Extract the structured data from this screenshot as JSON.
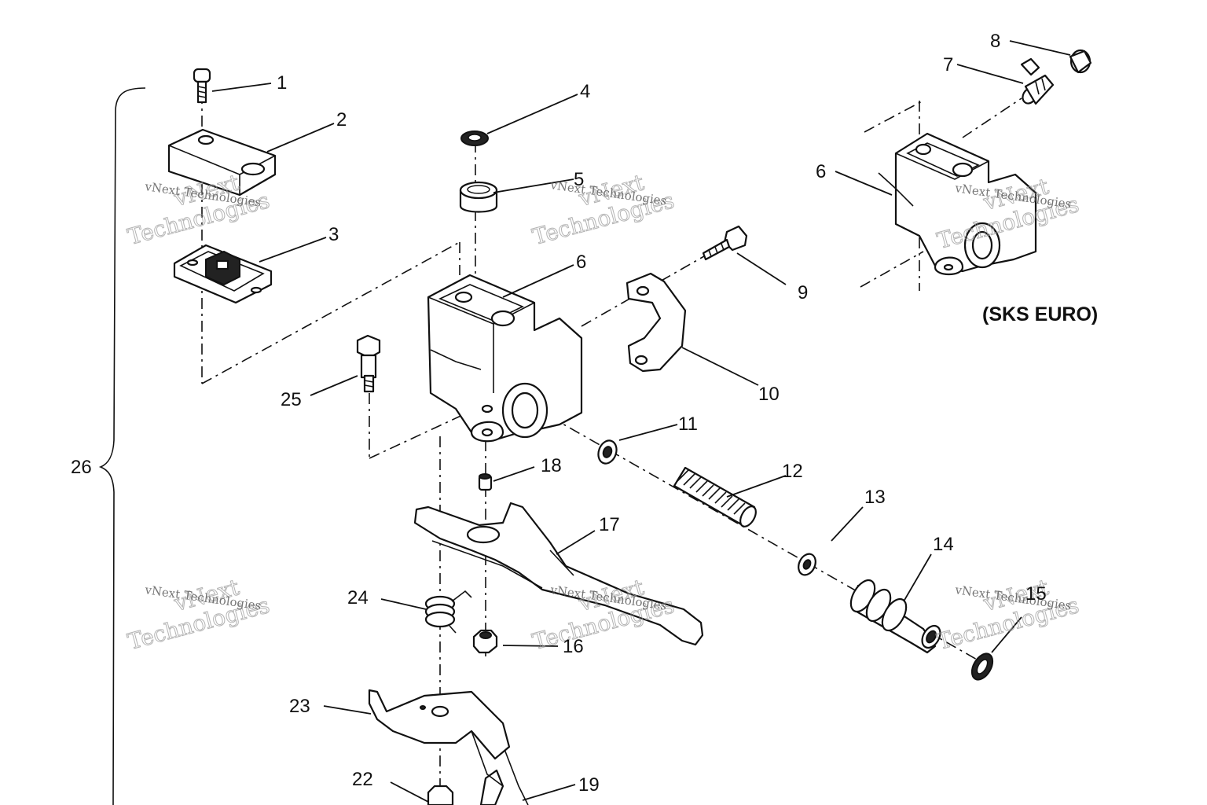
{
  "diagram": {
    "variant_label": "(SKS EURO)",
    "watermark": {
      "line1": "vNext",
      "line2": "Technologies"
    },
    "callouts": [
      {
        "id": "1",
        "label": "1"
      },
      {
        "id": "2",
        "label": "2"
      },
      {
        "id": "3",
        "label": "3"
      },
      {
        "id": "4",
        "label": "4"
      },
      {
        "id": "5",
        "label": "5"
      },
      {
        "id": "6",
        "label": "6"
      },
      {
        "id": "6b",
        "label": "6"
      },
      {
        "id": "7",
        "label": "7"
      },
      {
        "id": "8",
        "label": "8"
      },
      {
        "id": "9",
        "label": "9"
      },
      {
        "id": "10",
        "label": "10"
      },
      {
        "id": "11",
        "label": "11"
      },
      {
        "id": "12",
        "label": "12"
      },
      {
        "id": "13",
        "label": "13"
      },
      {
        "id": "14",
        "label": "14"
      },
      {
        "id": "15",
        "label": "15"
      },
      {
        "id": "16",
        "label": "16"
      },
      {
        "id": "17",
        "label": "17"
      },
      {
        "id": "18",
        "label": "18"
      },
      {
        "id": "19",
        "label": "19"
      },
      {
        "id": "22",
        "label": "22"
      },
      {
        "id": "23",
        "label": "23"
      },
      {
        "id": "24",
        "label": "24"
      },
      {
        "id": "25",
        "label": "25"
      },
      {
        "id": "26",
        "label": "26"
      }
    ]
  }
}
